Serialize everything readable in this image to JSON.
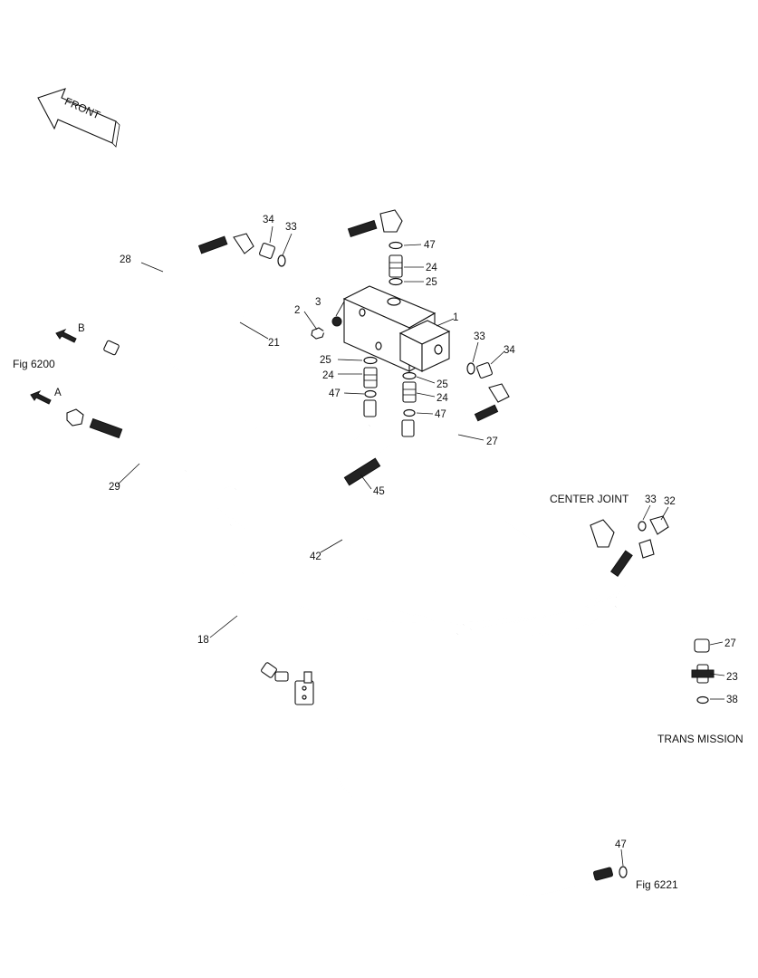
{
  "front_label": "FRONT",
  "captions": {
    "fig_6200": "Fig 6200",
    "fig_6221": "Fig 6221",
    "center_joint": "CENTER JOINT",
    "trans_mission": "TRANS MISSION",
    "port_a": "A",
    "port_b": "B"
  },
  "callouts": [
    "1",
    "2",
    "3",
    "18",
    "21",
    "23",
    "24",
    "24",
    "24",
    "25",
    "25",
    "25",
    "27",
    "27",
    "28",
    "29",
    "32",
    "33",
    "33",
    "33",
    "34",
    "34",
    "38",
    "42",
    "45",
    "47",
    "47",
    "47",
    "47"
  ]
}
